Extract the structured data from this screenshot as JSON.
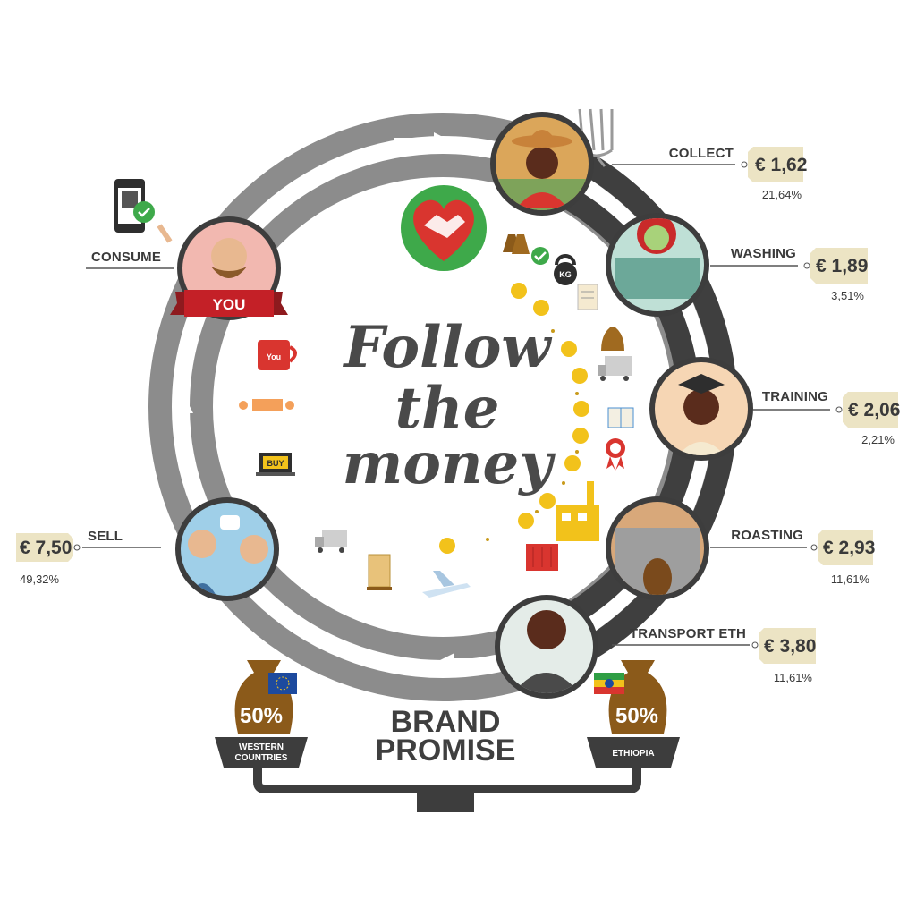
{
  "title": {
    "line1": "Follow",
    "line2": "the",
    "line3": "money"
  },
  "brand": {
    "line1": "BRAND",
    "line2": "PROMISE"
  },
  "stages": [
    {
      "label": "COLLECT",
      "price": "€ 1,62",
      "percent": "21,64%"
    },
    {
      "label": "WASHING",
      "price": "€ 1,89",
      "percent": "3,51%"
    },
    {
      "label": "TRAINING",
      "price": "€ 2,06",
      "percent": "2,21%"
    },
    {
      "label": "ROASTING",
      "price": "€ 2,93",
      "percent": "11,61%"
    },
    {
      "label": "TRANSPORT ETH",
      "price": "€ 3,80",
      "percent": "11,61%"
    },
    {
      "label": "SELL",
      "price": "€ 7,50",
      "percent": "49,32%"
    },
    {
      "label": "CONSUME"
    }
  ],
  "consumer_banner": "YOU",
  "mug_text": "You",
  "buy_sign": "BUY",
  "bags": {
    "left": {
      "value": "50%",
      "caption_line1": "WESTERN",
      "caption_line2": "COUNTRIES"
    },
    "right": {
      "value": "50%",
      "caption": "ETHIOPIA"
    }
  },
  "kettlebell_text": "KG",
  "colors": {
    "ring": "#8a8a8a",
    "ring_dark": "#3d3d3d",
    "tag": "#ece4c4",
    "bag": "#8b5a1a",
    "heart": "#d9352f",
    "circle_green": "#3ea94a",
    "coin": "#f2c21b"
  }
}
